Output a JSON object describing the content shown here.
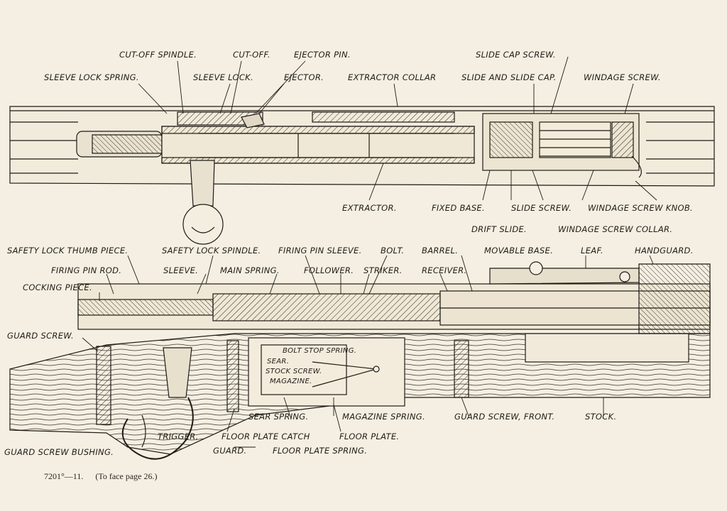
{
  "labels": {
    "cutoff_spindle": "CUT-OFF SPINDLE.",
    "cutoff": "CUT-OFF.",
    "ejector_pin": "EJECTOR PIN.",
    "slide_cap_screw": "SLIDE CAP SCREW.",
    "sleeve_lock_spring": "SLEEVE LOCK SPRING.",
    "sleeve_lock": "SLEEVE LOCK.",
    "ejector": "EJECTOR.",
    "extractor_collar": "EXTRACTOR COLLAR",
    "slide_and_slide_cap": "SLIDE AND SLIDE CAP.",
    "windage_screw": "WINDAGE SCREW.",
    "extractor": "EXTRACTOR.",
    "fixed_base": "FIXED BASE.",
    "slide_screw": "SLIDE SCREW.",
    "windage_screw_knob": "WINDAGE SCREW KNOB.",
    "drift_slide": "DRIFT SLIDE.",
    "windage_screw_collar": "WINDAGE SCREW COLLAR.",
    "safety_lock_thumb_piece": "SAFETY LOCK THUMB PIECE.",
    "safety_lock_spindle": "SAFETY LOCK SPINDLE.",
    "firing_pin_sleeve": "FIRING PIN SLEEVE.",
    "bolt": "BOLT.",
    "barrel": "BARREL.",
    "movable_base": "MOVABLE BASE.",
    "leaf": "LEAF.",
    "handguard": "HANDGUARD.",
    "firing_pin_rod": "FIRING PIN ROD.",
    "sleeve": "SLEEVE.",
    "main_spring": "MAIN SPRING.",
    "follower": "FOLLOWER.",
    "striker": "STRIKER.",
    "receiver": "RECEIVER.",
    "cocking_piece": "COCKING PIECE.",
    "guard_screw": "GUARD SCREW.",
    "bolt_stop_spring": "BOLT STOP SPRING.",
    "sear": "SEAR.",
    "stock_screw": "STOCK SCREW.",
    "magazine": "MAGAZINE.",
    "sear_spring": "SEAR SPRING.",
    "magazine_spring": "MAGAZINE SPRING.",
    "guard_screw_front": "GUARD SCREW, FRONT.",
    "stock": "STOCK.",
    "trigger": "TRIGGER.",
    "floor_plate_catch": "FLOOR PLATE CATCH",
    "floor_plate": "FLOOR PLATE.",
    "guard_screw_bushing": "GUARD SCREW BUSHING.",
    "guard": "GUARD.",
    "floor_plate_spring": "FLOOR PLATE SPRING."
  },
  "caption": {
    "plate_number": "7201°—11.",
    "note": "(To face page 26.)"
  },
  "colors": {
    "paper": "#f4efe2",
    "ink": "#1f1b16"
  }
}
